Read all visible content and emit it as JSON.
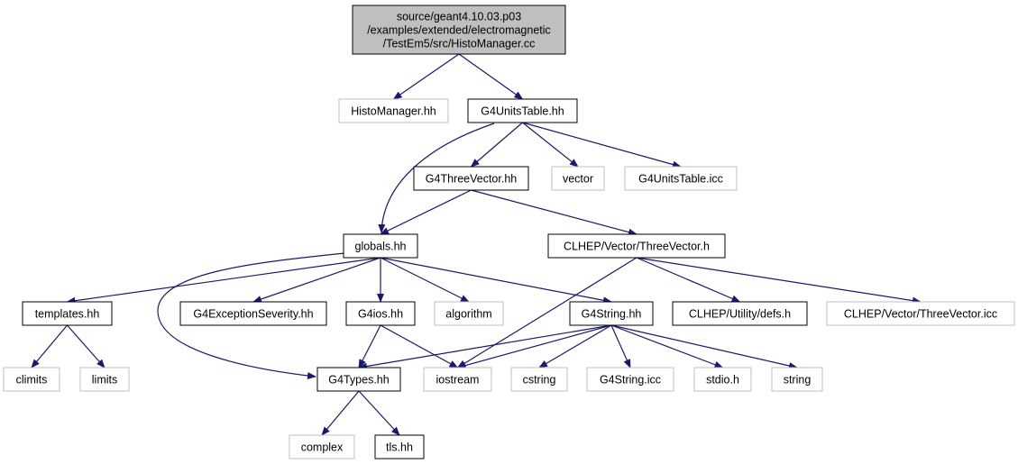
{
  "colors": {
    "edge": "#191970",
    "root_fill": "#bfbfbf",
    "documented_border": "#000000",
    "external_border": "#bfbfbf",
    "background": "#ffffff"
  },
  "nodes": [
    {
      "id": "root",
      "lines": [
        "source/geant4.10.03.p03",
        "/examples/extended/electromagnetic",
        "/TestEm5/src/HistoManager.cc"
      ],
      "kind": "root"
    },
    {
      "id": "histomanager_hh",
      "lines": [
        "HistoManager.hh"
      ],
      "kind": "external"
    },
    {
      "id": "g4unitstable_hh",
      "lines": [
        "G4UnitsTable.hh"
      ],
      "kind": "documented"
    },
    {
      "id": "g4threevector_hh",
      "lines": [
        "G4ThreeVector.hh"
      ],
      "kind": "documented"
    },
    {
      "id": "vector",
      "lines": [
        "vector"
      ],
      "kind": "external"
    },
    {
      "id": "g4unitstable_icc",
      "lines": [
        "G4UnitsTable.icc"
      ],
      "kind": "external"
    },
    {
      "id": "globals_hh",
      "lines": [
        "globals.hh"
      ],
      "kind": "documented"
    },
    {
      "id": "clhep_threevector_h",
      "lines": [
        "CLHEP/Vector/ThreeVector.h"
      ],
      "kind": "documented"
    },
    {
      "id": "templates_hh",
      "lines": [
        "templates.hh"
      ],
      "kind": "documented"
    },
    {
      "id": "g4exceptionseverity_hh",
      "lines": [
        "G4ExceptionSeverity.hh"
      ],
      "kind": "documented"
    },
    {
      "id": "g4ios_hh",
      "lines": [
        "G4ios.hh"
      ],
      "kind": "documented"
    },
    {
      "id": "algorithm",
      "lines": [
        "algorithm"
      ],
      "kind": "external"
    },
    {
      "id": "g4string_hh",
      "lines": [
        "G4String.hh"
      ],
      "kind": "documented"
    },
    {
      "id": "clhep_defs_h",
      "lines": [
        "CLHEP/Utility/defs.h"
      ],
      "kind": "documented"
    },
    {
      "id": "clhep_threevector_icc",
      "lines": [
        "CLHEP/Vector/ThreeVector.icc"
      ],
      "kind": "external"
    },
    {
      "id": "climits",
      "lines": [
        "climits"
      ],
      "kind": "external"
    },
    {
      "id": "limits",
      "lines": [
        "limits"
      ],
      "kind": "external"
    },
    {
      "id": "g4types_hh",
      "lines": [
        "G4Types.hh"
      ],
      "kind": "documented"
    },
    {
      "id": "iostream",
      "lines": [
        "iostream"
      ],
      "kind": "external"
    },
    {
      "id": "cstring",
      "lines": [
        "cstring"
      ],
      "kind": "external"
    },
    {
      "id": "g4string_icc",
      "lines": [
        "G4String.icc"
      ],
      "kind": "external"
    },
    {
      "id": "stdio_h",
      "lines": [
        "stdio.h"
      ],
      "kind": "external"
    },
    {
      "id": "string",
      "lines": [
        "string"
      ],
      "kind": "external"
    },
    {
      "id": "complex",
      "lines": [
        "complex"
      ],
      "kind": "external"
    },
    {
      "id": "tls_hh",
      "lines": [
        "tls.hh"
      ],
      "kind": "documented"
    }
  ],
  "edges": [
    {
      "from": "root",
      "to": "histomanager_hh"
    },
    {
      "from": "root",
      "to": "g4unitstable_hh"
    },
    {
      "from": "g4unitstable_hh",
      "to": "globals_hh"
    },
    {
      "from": "g4unitstable_hh",
      "to": "g4threevector_hh"
    },
    {
      "from": "g4unitstable_hh",
      "to": "vector"
    },
    {
      "from": "g4unitstable_hh",
      "to": "g4unitstable_icc"
    },
    {
      "from": "g4threevector_hh",
      "to": "globals_hh"
    },
    {
      "from": "g4threevector_hh",
      "to": "clhep_threevector_h"
    },
    {
      "from": "globals_hh",
      "to": "templates_hh"
    },
    {
      "from": "globals_hh",
      "to": "g4exceptionseverity_hh"
    },
    {
      "from": "globals_hh",
      "to": "g4ios_hh"
    },
    {
      "from": "globals_hh",
      "to": "algorithm"
    },
    {
      "from": "globals_hh",
      "to": "g4string_hh"
    },
    {
      "from": "globals_hh",
      "to": "g4types_hh"
    },
    {
      "from": "clhep_threevector_h",
      "to": "iostream"
    },
    {
      "from": "clhep_threevector_h",
      "to": "clhep_defs_h"
    },
    {
      "from": "clhep_threevector_h",
      "to": "clhep_threevector_icc"
    },
    {
      "from": "templates_hh",
      "to": "climits"
    },
    {
      "from": "templates_hh",
      "to": "limits"
    },
    {
      "from": "g4ios_hh",
      "to": "g4types_hh"
    },
    {
      "from": "g4ios_hh",
      "to": "iostream"
    },
    {
      "from": "g4string_hh",
      "to": "g4types_hh"
    },
    {
      "from": "g4string_hh",
      "to": "iostream"
    },
    {
      "from": "g4string_hh",
      "to": "cstring"
    },
    {
      "from": "g4string_hh",
      "to": "g4string_icc"
    },
    {
      "from": "g4string_hh",
      "to": "stdio_h"
    },
    {
      "from": "g4string_hh",
      "to": "string"
    },
    {
      "from": "g4types_hh",
      "to": "complex"
    },
    {
      "from": "g4types_hh",
      "to": "tls_hh"
    }
  ]
}
